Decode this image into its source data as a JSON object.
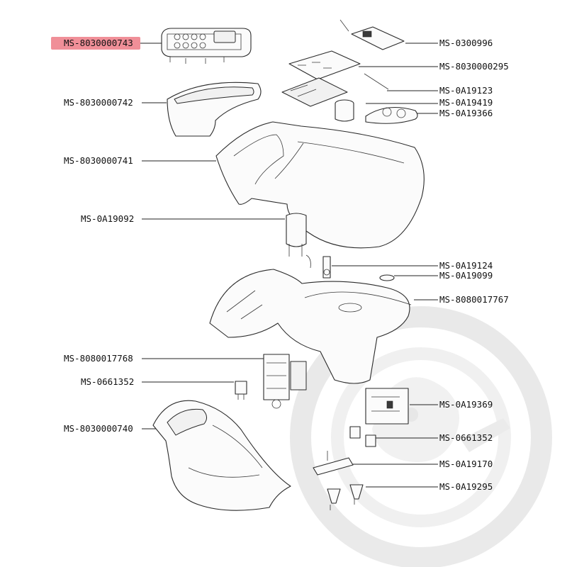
{
  "highlight_color": "#f08f98",
  "watermark_color": "#e2e2e2",
  "labels": {
    "MS_8030000743": "MS-8030000743",
    "MS_0300996": "MS-0300996",
    "MS_8030000295": "MS-8030000295",
    "MS_0A19123": "MS-0A19123",
    "MS_8030000742": "MS-8030000742",
    "MS_0A19419": "MS-0A19419",
    "MS_0A19366": "MS-0A19366",
    "MS_8030000741": "MS-8030000741",
    "MS_0A19092": "MS-0A19092",
    "MS_0A19124": "MS-0A19124",
    "MS_0A19099": "MS-0A19099",
    "MS_8080017767": "MS-8080017767",
    "MS_8080017768": "MS-8080017768",
    "MS_0661352_left": "MS-0661352",
    "MS_0A19369": "MS-0A19369",
    "MS_8030000740": "MS-8030000740",
    "MS_0661352_right": "MS-0661352",
    "MS_0A19170": "MS-0A19170",
    "MS_0A19295": "MS-0A19295"
  }
}
